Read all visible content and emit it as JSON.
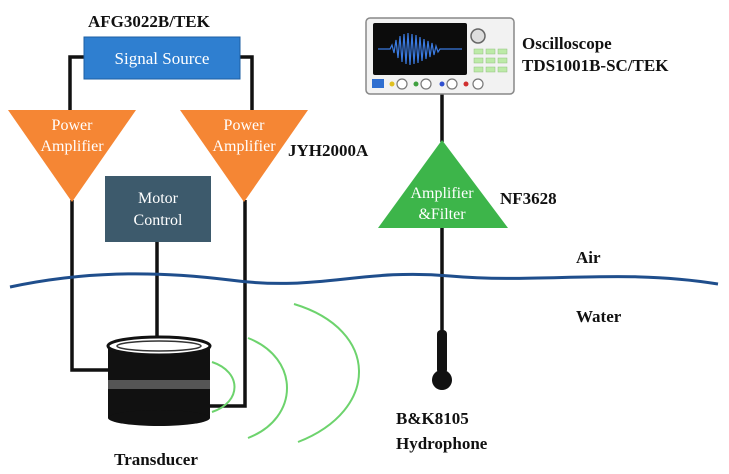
{
  "signal_source": {
    "model": "AFG3022B/TEK",
    "label": "Signal Source",
    "color": "#2f7fd0"
  },
  "power_amplifier_left": {
    "line1": "Power",
    "line2": "Amplifier",
    "color": "#f58634"
  },
  "power_amplifier_right": {
    "line1": "Power",
    "line2": "Amplifier",
    "color": "#f58634"
  },
  "power_amplifier_model": "JYH2000A",
  "motor_control": {
    "line1": "Motor",
    "line2": "Control",
    "color": "#3d5a6c"
  },
  "oscilloscope": {
    "line1": "Oscilloscope",
    "line2": "TDS1001B-SC/TEK"
  },
  "amplifier_filter": {
    "line1": "Amplifier",
    "line2": "&Filter",
    "model": "NF3628",
    "color": "#3db54a"
  },
  "media": {
    "air": "Air",
    "water": "Water",
    "surface_color": "#1f4e8c"
  },
  "transducer": {
    "label": "Transducer"
  },
  "hydrophone": {
    "line1": "B&K8105",
    "line2": "Hydrophone"
  },
  "wave_color": "#6dd36d"
}
